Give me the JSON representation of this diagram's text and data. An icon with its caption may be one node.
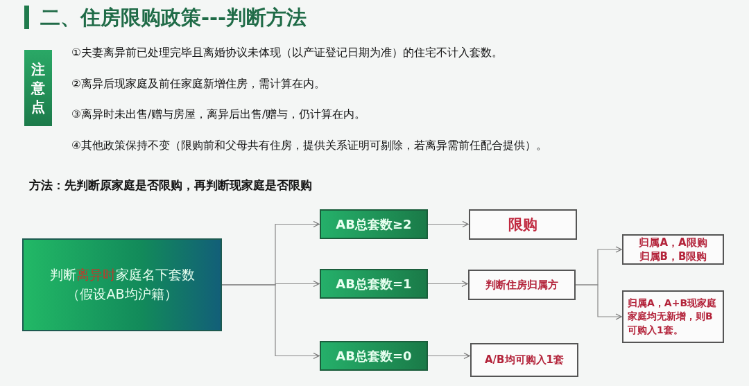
{
  "diagram": {
    "title": "二、住房限购政策---判断方法",
    "nodes": [
      {
        "text": [
          "注意点"
        ]
      },
      {
        "text": [
          "判断**离异时**家庭名下套数",
          "（假设AB均沪籍）"
        ]
      },
      {
        "text": [
          "AB总套数≥2"
        ]
      },
      {
        "text": [
          "AB总套数=1"
        ]
      },
      {
        "text": [
          "AB总套数=0"
        ]
      },
      {
        "text": [
          "限购"
        ]
      },
      {
        "text": [
          "判断住房归属方"
        ]
      },
      {
        "text": [
          "A/B均可购入1套"
        ]
      },
      {
        "text": [
          "归属A，A限购",
          "归属B，B限购"
        ]
      },
      {
        "text": [
          "归属A，A+B现家庭家庭均无新增，则B可购入1套。"
        ]
      }
    ],
    "edges": [
      {
        "from": 1,
        "to": 2,
        "arrow": "to"
      },
      {
        "from": 1,
        "to": 3,
        "arrow": "to"
      },
      {
        "from": 1,
        "to": 4,
        "arrow": "to"
      },
      {
        "from": 2,
        "to": 5,
        "arrow": "to"
      },
      {
        "from": 3,
        "to": 6,
        "arrow": "to"
      },
      {
        "from": 4,
        "to": 7,
        "arrow": "to"
      },
      {
        "from": 6,
        "to": 8,
        "arrow": "to"
      },
      {
        "from": 6,
        "to": 9,
        "arrow": "to"
      }
    ],
    "labels": [
      "①夫妻离异前已处理完毕且离婚协议未体现（以产证登记日期为准）的住宅不计入套数。",
      "②离异后现家庭及前任家庭新增住房，需计算在内。",
      "③离异时未出售/赠与房屋，离异后出售/赠与，仍计算在内。",
      "④其他政策保持不变（限购前和父母共有住房，提供关系证明可剔除，若离异需前任配合提供）。",
      "方法：先判断原家庭是否限购，再判断现家庭是否限购"
    ]
  }
}
